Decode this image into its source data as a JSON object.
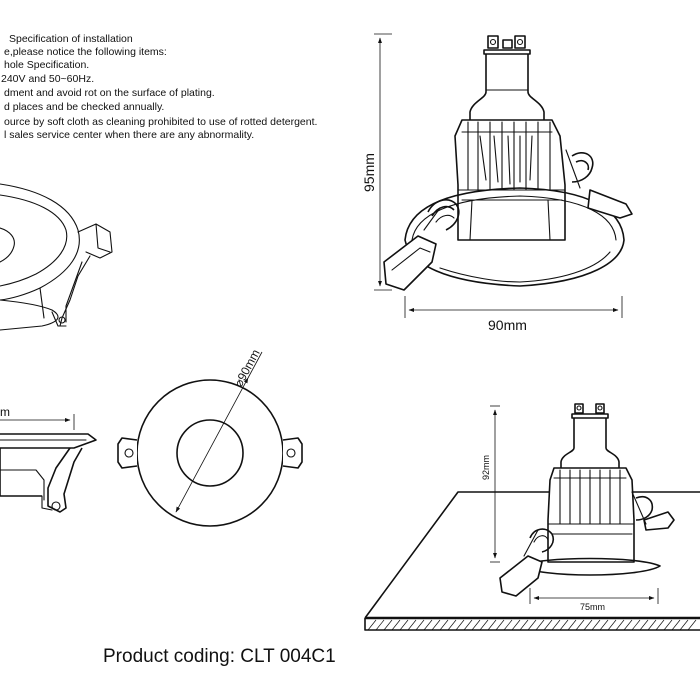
{
  "notes": [
    "Specification of installation",
    "e,please notice the following items:",
    "hole Specification.",
    "240V and 50~60Hz.",
    "dment and avoid rot on the surface of plating.",
    "d places and be checked annually.",
    "ource by soft cloth as cleaning prohibited to use of rotted detergent.",
    "l sales service center when there are any abnormality."
  ],
  "dimensions": {
    "height_main": "95mm",
    "width_main": "90mm",
    "diameter_top": "⌀90mm",
    "width_side_partial": "m",
    "height_install": "92mm",
    "width_install": "75mm"
  },
  "product_code": "Product coding: CLT 004C1"
}
